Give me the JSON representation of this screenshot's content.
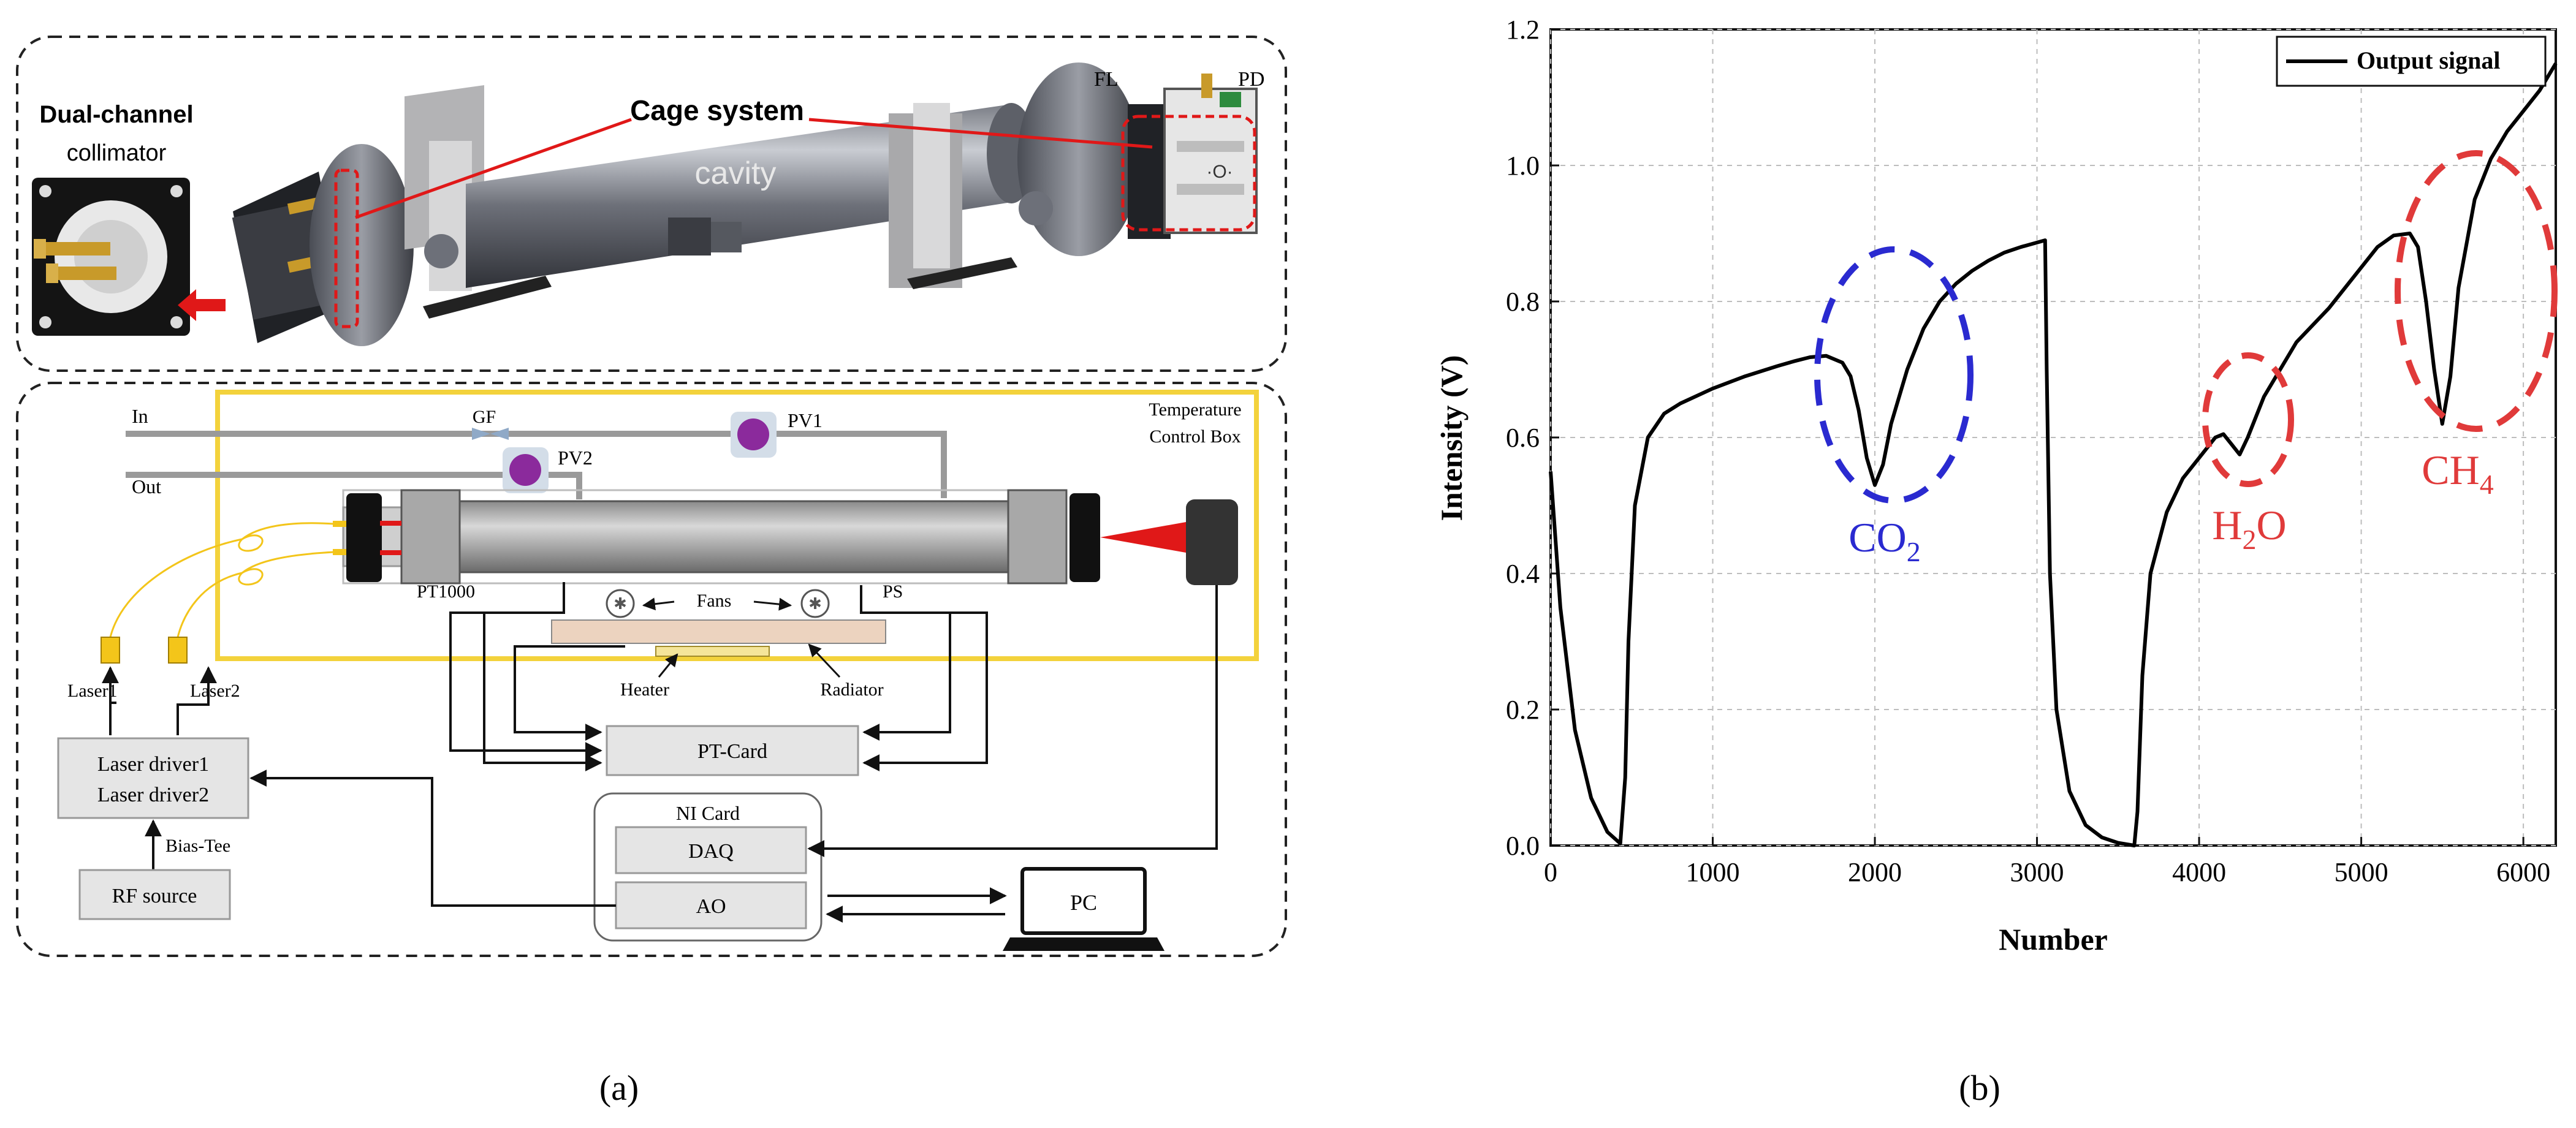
{
  "panel_a": {
    "caption": "(a)",
    "top": {
      "collimator_line1": "Dual-channel",
      "collimator_line2": "collimator",
      "cage_label": "Cage system",
      "cavity_label": "cavity",
      "fl_label": "FL",
      "pd_label": "PD"
    },
    "bottom": {
      "in_label": "In",
      "out_label": "Out",
      "gf_label": "GF",
      "pv1_label": "PV1",
      "pv2_label": "PV2",
      "temp_box_line1": "Temperature",
      "temp_box_line2": "Control Box",
      "pt1000_label": "PT1000",
      "ps_label": "PS",
      "fans_label": "Fans",
      "heater_label": "Heater",
      "radiator_label": "Radiator",
      "laser1_label": "Laser1",
      "laser2_label": "Laser2",
      "laser_driver1": "Laser driver1",
      "laser_driver2": "Laser driver2",
      "bias_tee_label": "Bias-Tee",
      "rf_source_label": "RF source",
      "pt_card_label": "PT-Card",
      "ni_card_label": "NI Card",
      "daq_label": "DAQ",
      "ao_label": "AO",
      "pc_label": "PC"
    }
  },
  "panel_b": {
    "caption": "(b)",
    "annotations": [
      {
        "text": "CO",
        "sub": "2",
        "color": "#2a2ad0"
      },
      {
        "text": "H",
        "sub": "2",
        "tail": "O",
        "color": "#e03a3a"
      },
      {
        "text": "CH",
        "sub": "4",
        "color": "#e03a3a"
      }
    ]
  },
  "chart_data": {
    "type": "line",
    "title": "",
    "xlabel": "Number",
    "ylabel": "Intensity (V)",
    "xlim": [
      0,
      6200
    ],
    "ylim": [
      0.0,
      1.2
    ],
    "xticks": [
      "0",
      "1000",
      "2000",
      "3000",
      "4000",
      "5000",
      "6000"
    ],
    "yticks": [
      "0.0",
      "0.2",
      "0.4",
      "0.6",
      "0.8",
      "1.0",
      "1.2"
    ],
    "grid": true,
    "legend": {
      "position": "top-right",
      "entries": [
        "Output signal"
      ]
    },
    "series": [
      {
        "name": "Output signal",
        "color": "#000000",
        "x": [
          0,
          60,
          150,
          250,
          350,
          430,
          460,
          480,
          520,
          600,
          700,
          800,
          1000,
          1200,
          1400,
          1500,
          1600,
          1700,
          1800,
          1850,
          1900,
          1950,
          2000,
          2050,
          2100,
          2200,
          2300,
          2400,
          2500,
          2600,
          2700,
          2800,
          2900,
          3050,
          3060,
          3080,
          3120,
          3200,
          3300,
          3400,
          3500,
          3600,
          3620,
          3650,
          3700,
          3800,
          3900,
          4000,
          4100,
          4150,
          4200,
          4250,
          4300,
          4400,
          4600,
          4800,
          5000,
          5100,
          5200,
          5300,
          5350,
          5400,
          5450,
          5500,
          5550,
          5600,
          5700,
          5800,
          5900,
          6000,
          6100,
          6200
        ],
        "y": [
          0.55,
          0.35,
          0.17,
          0.07,
          0.02,
          0.003,
          0.1,
          0.3,
          0.5,
          0.6,
          0.635,
          0.65,
          0.672,
          0.69,
          0.705,
          0.712,
          0.718,
          0.72,
          0.71,
          0.69,
          0.64,
          0.57,
          0.53,
          0.56,
          0.62,
          0.7,
          0.76,
          0.8,
          0.826,
          0.845,
          0.86,
          0.872,
          0.88,
          0.89,
          0.7,
          0.4,
          0.2,
          0.08,
          0.03,
          0.012,
          0.004,
          0.0,
          0.05,
          0.25,
          0.4,
          0.49,
          0.54,
          0.57,
          0.6,
          0.605,
          0.59,
          0.575,
          0.6,
          0.66,
          0.74,
          0.79,
          0.85,
          0.88,
          0.897,
          0.9,
          0.88,
          0.8,
          0.7,
          0.62,
          0.69,
          0.82,
          0.95,
          1.01,
          1.05,
          1.08,
          1.11,
          1.15
        ]
      }
    ]
  }
}
